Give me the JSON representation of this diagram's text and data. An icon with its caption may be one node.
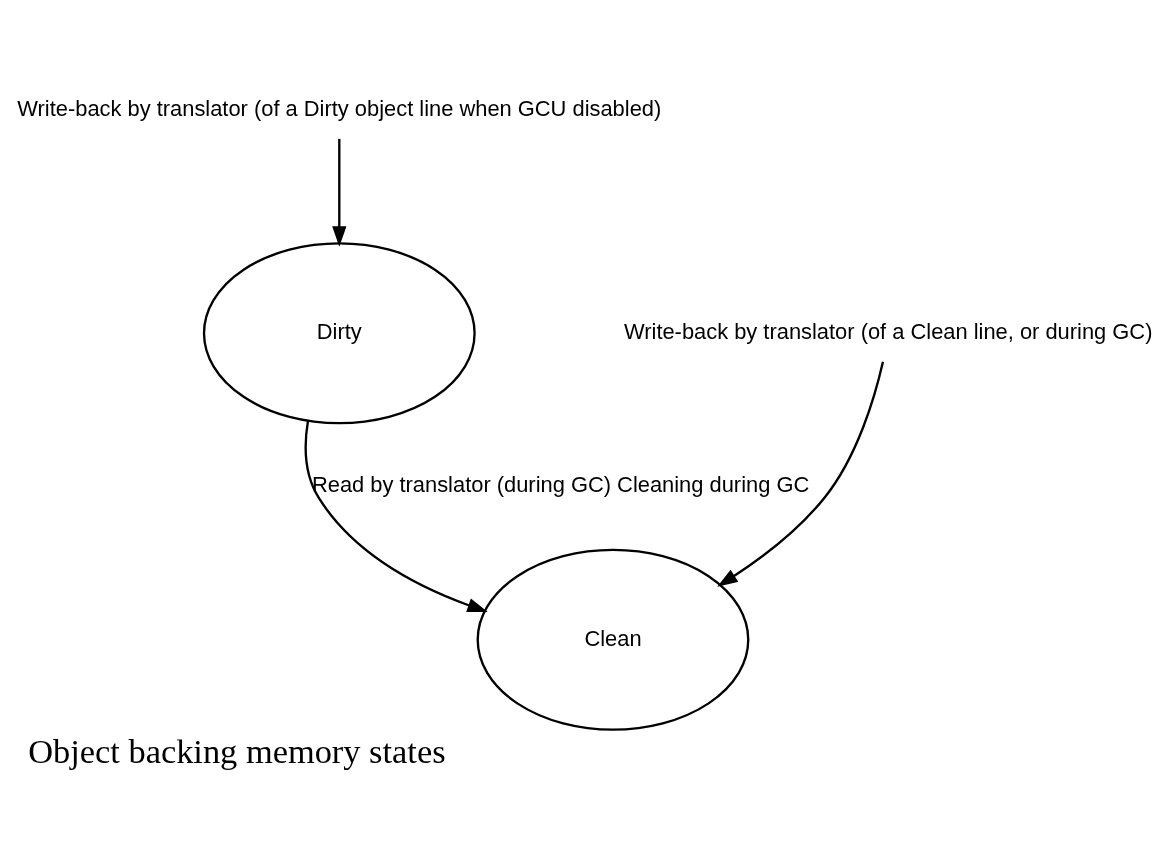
{
  "diagram": {
    "caption": "Object backing memory states",
    "nodes": [
      {
        "text": [
          "Write-back by translator (of a Dirty object line when GCU disabled)"
        ]
      },
      {
        "text": [
          "Dirty"
        ]
      },
      {
        "text": [
          "Clean"
        ]
      },
      {
        "text": [
          "Write-back by translator (of a Clean line, or during GC)"
        ]
      }
    ],
    "edges": [
      {
        "from": 0,
        "to": 1,
        "arrow": "to"
      },
      {
        "from": 1,
        "to": 2,
        "arrow": "to",
        "label": "Read by translator (during GC) Cleaning during GC"
      },
      {
        "from": 3,
        "to": 2,
        "arrow": "to"
      }
    ]
  }
}
